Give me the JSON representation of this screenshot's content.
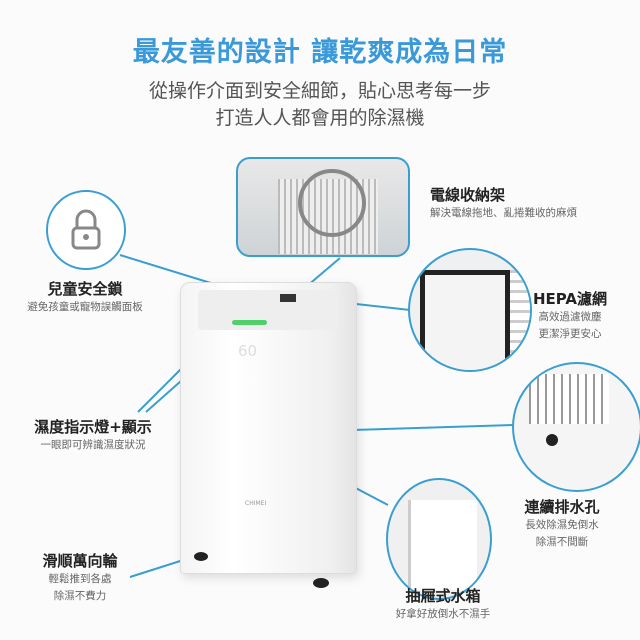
{
  "header": {
    "title": "最友善的設計 讓乾爽成為日常",
    "subtitle_line1": "從操作介面到安全細節，貼心思考每一步",
    "subtitle_line2": "打造人人都會用的除濕機"
  },
  "features": [
    {
      "title": "兒童安全鎖",
      "desc": [
        "避免孩童或寵物誤觸面板"
      ]
    },
    {
      "title": "電線收納架",
      "desc": [
        "解決電線拖地、亂捲難收的麻煩"
      ]
    },
    {
      "title": "HEPA濾網",
      "desc": [
        "高效過濾微塵",
        "更潔淨更安心"
      ]
    },
    {
      "title": "濕度指示燈+顯示",
      "desc": [
        "一眼即可辨識濕度狀況"
      ]
    },
    {
      "title": "連續排水孔",
      "desc": [
        "長效除濕免倒水",
        "除濕不間斷"
      ]
    },
    {
      "title": "滑順萬向輪",
      "desc": [
        "輕鬆推到各處",
        "除濕不費力"
      ]
    },
    {
      "title": "抽屜式水箱",
      "desc": [
        "好拿好放倒水不濕手"
      ]
    }
  ],
  "product": {
    "display": "60",
    "brand": "CHIMEI"
  },
  "colors": {
    "accent": "#3a9ad9",
    "line": "#3a9fd0"
  }
}
